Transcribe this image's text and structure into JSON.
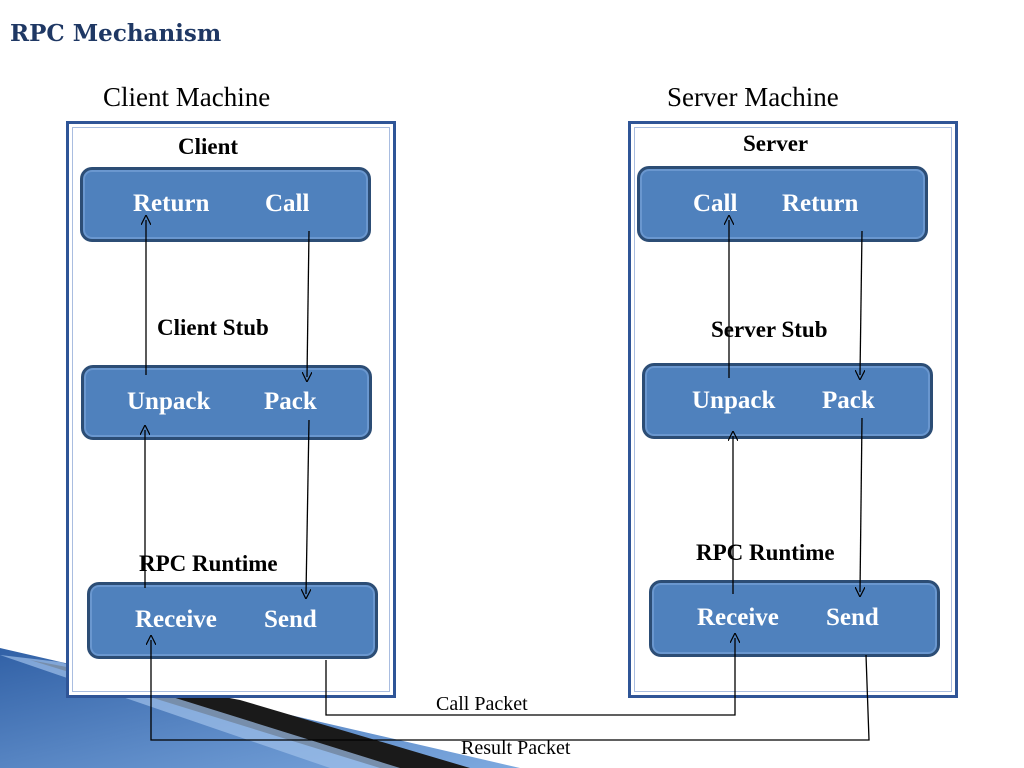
{
  "title": "RPC Mechanism",
  "client_machine": {
    "label": "Client Machine",
    "client": {
      "title": "Client",
      "left": "Return",
      "right": "Call"
    },
    "stub": {
      "title": "Client Stub",
      "left": "Unpack",
      "right": "Pack"
    },
    "runtime": {
      "title": "RPC Runtime",
      "left": "Receive",
      "right": "Send"
    }
  },
  "server_machine": {
    "label": "Server Machine",
    "server": {
      "title": "Server",
      "left": "Call",
      "right": "Return"
    },
    "stub": {
      "title": "Server Stub",
      "left": "Unpack",
      "right": "Pack"
    },
    "runtime": {
      "title": "RPC Runtime",
      "left": "Receive",
      "right": "Send"
    }
  },
  "packets": {
    "call": "Call Packet",
    "result": "Result Packet"
  },
  "colors": {
    "title": "#1f3864",
    "pill": "#4f81bd",
    "pill_border": "#2c4d75",
    "box_border": "#2f5597"
  }
}
